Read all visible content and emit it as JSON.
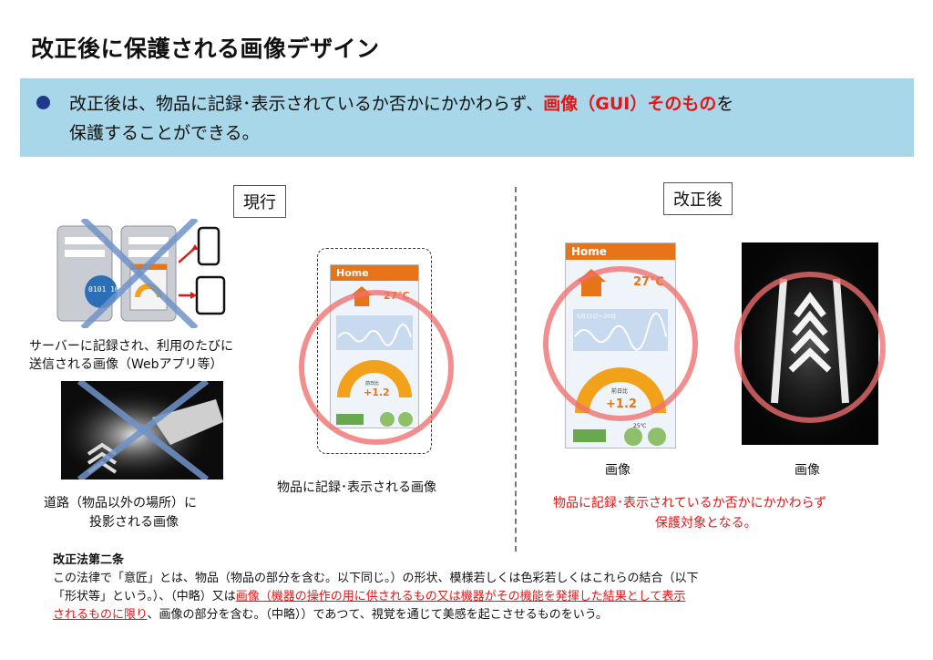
{
  "title": "改正後に保護される画像デザイン",
  "banner": {
    "line1_pre": "改正後は、物品に記録･表示されているか否かにかかわらず、",
    "line1_red": "画像（GUI）そのもの",
    "line1_post": "を",
    "line2": "保護することができる。"
  },
  "current": {
    "label": "現行",
    "server_caption_1": "サーバーに記録され、利用のたびに",
    "server_caption_2": "送信される画像（Webアプリ等）",
    "road_caption_1": "道路（物品以外の場所）に",
    "road_caption_2": "投影される画像",
    "device_caption": "物品に記録･表示される画像"
  },
  "revised": {
    "label": "改正後",
    "image_caption_1": "画像",
    "image_caption_2": "画像",
    "note_1": "物品に記録･表示されているか否かにかかわらず",
    "note_2": "保護対象となる。"
  },
  "phone_ui": {
    "home": "Home",
    "temp": "27℃",
    "date_range": "5月15日～20日",
    "gauge_label": "前日比",
    "gauge_value": "+1.2",
    "small_temp": "25℃"
  },
  "server_code": "0101 1010",
  "law": {
    "heading": "改正法第二条",
    "l1": "この法律で「意匠」とは、物品（物品の部分を含む。以下同じ。）の形状、模様若しくは色彩若しくはこれらの結合（以下",
    "l2_pre": "「形状等」という。）、（中略）又は",
    "l2_red": "画像（機器の操作の用に供されるもの又は機器がその機能を発揮した結果として表示",
    "l3_red": "されるものに限り",
    "l3_post": "、画像の部分を含む。（中略））であつて、視覚を通じて美感を起こさせるものをいう。"
  },
  "colors": {
    "banner": "#a8d7ea",
    "accent_red": "#e01818",
    "phone_header": "#e8741a",
    "cross": "#6f93c9"
  }
}
